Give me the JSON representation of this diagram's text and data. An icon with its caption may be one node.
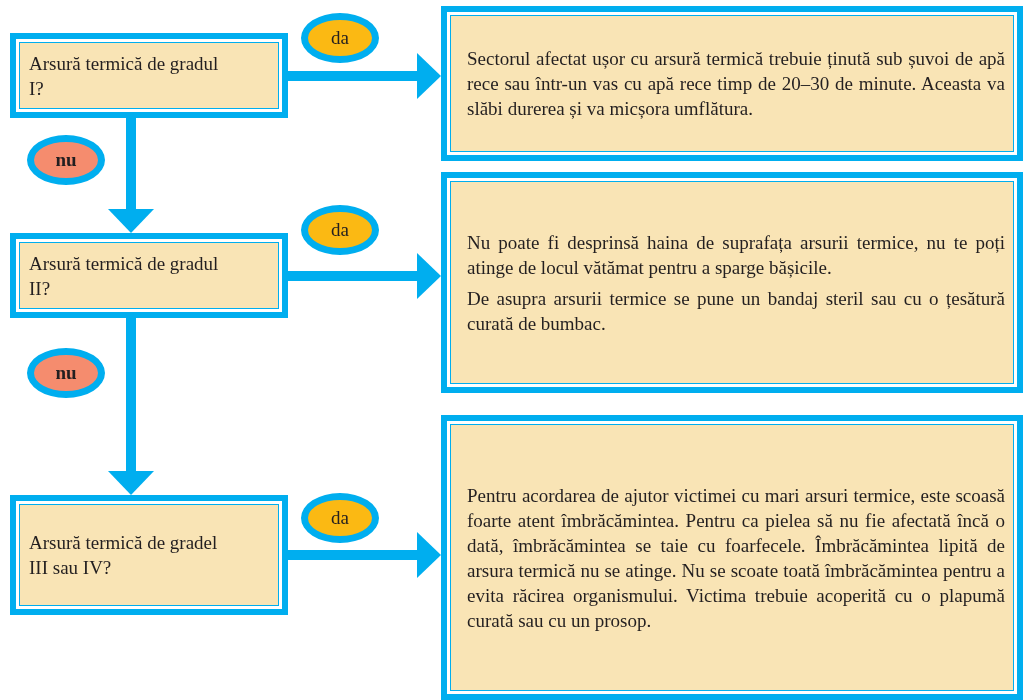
{
  "diagram": {
    "nodes": [
      {
        "text": [
          "Arsură termică de gradul I?"
        ]
      },
      {
        "text": [
          "Arsură termică de gradul II?"
        ]
      },
      {
        "text": [
          "Arsură termică de gradel III sau IV?"
        ]
      },
      {
        "text": [
          "Sectorul afectat ușor cu arsură termică trebuie ținută sub șuvoi de apă rece sau într-un vas cu apă rece timp de 20–30 de minute. Aceasta va slăbi durerea și va micșora umflătura."
        ]
      },
      {
        "text": [
          "Nu poate fi desprinsă haina de suprafața arsurii termice, nu te poți atinge de locul vătămat pentru a sparge bășicile.",
          "De asupra arsurii termice se pune un bandaj steril sau cu o țesătură curată de bumbac."
        ]
      },
      {
        "text": [
          "Pentru acordarea de ajutor victimei cu mari arsuri termice, este scoasă foarte atent îmbrăcămintea. Pentru ca pielea să nu fie afectată încă o dată, îmbrăcămintea se taie cu foarfecele. Îmbrăcămintea lipită de arsura termică nu se atinge. Nu se scoate toată îmbrăcămintea pentru a evita răcirea organismului. Victima trebuie acoperită cu o plapumă curată sau cu un prosop."
        ]
      }
    ],
    "edges": [
      {
        "from": 0,
        "to": 3,
        "arrow": "to",
        "label": "da"
      },
      {
        "from": 0,
        "to": 1,
        "arrow": "to",
        "label": "nu"
      },
      {
        "from": 1,
        "to": 4,
        "arrow": "to",
        "label": "da"
      },
      {
        "from": 1,
        "to": 2,
        "arrow": "to",
        "label": "nu"
      },
      {
        "from": 2,
        "to": 5,
        "arrow": "to",
        "label": "da"
      }
    ]
  }
}
